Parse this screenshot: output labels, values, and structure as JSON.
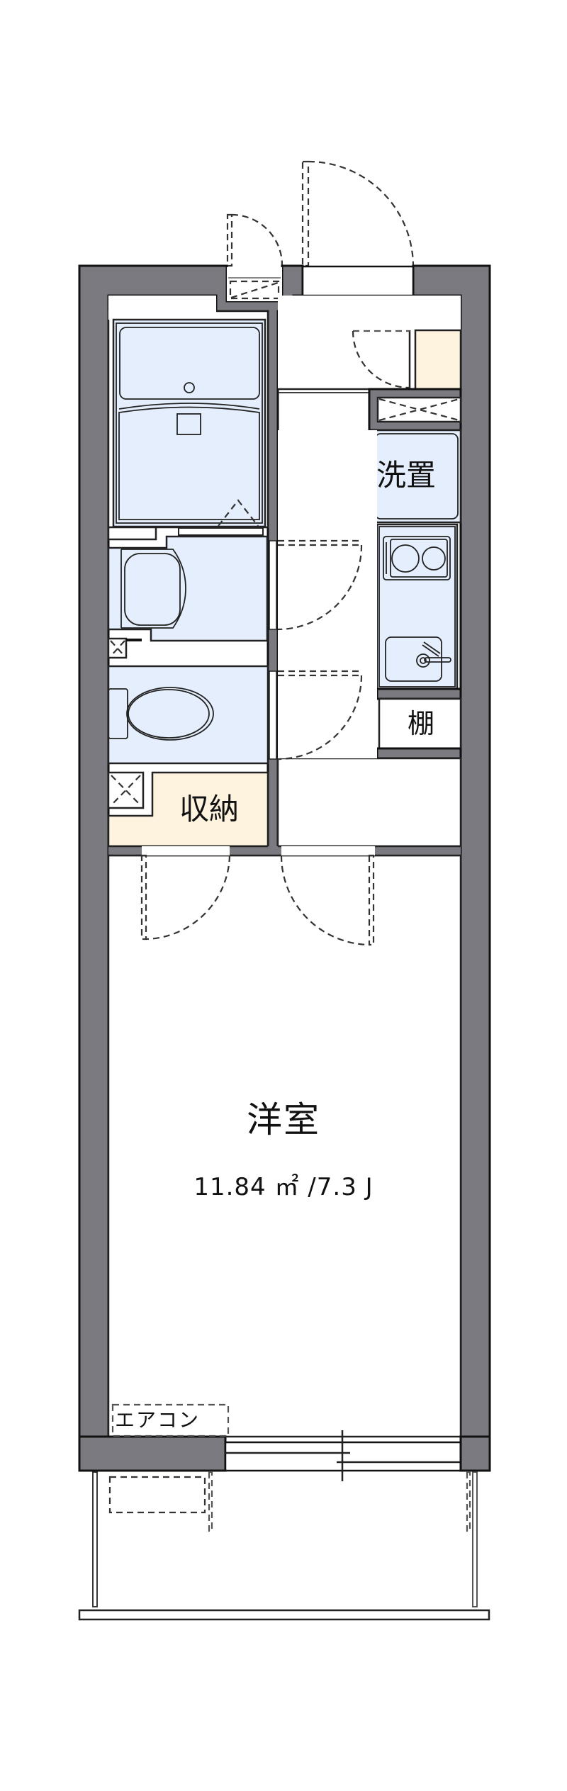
{
  "floor_plan": {
    "rooms": {
      "main_room": {
        "name": "洋室",
        "area": "11.84 ㎡ /7.3 J"
      },
      "washer_space": {
        "name": "洗置"
      },
      "shelf": {
        "name": "棚"
      },
      "storage": {
        "name": "収納"
      },
      "air_conditioner": {
        "name": "エアコン"
      }
    },
    "fixtures": [
      "bathtub-unit",
      "washbasin",
      "toilet",
      "kitchen-stove-2-burner",
      "kitchen-sink",
      "shoe-cabinet",
      "meter-box",
      "balcony",
      "outdoor-ac-unit"
    ],
    "colors": {
      "wall": "#7b7a80",
      "wet_area": "#e4eefc",
      "storage": "#fdf3df",
      "background": "#ffffff"
    }
  }
}
